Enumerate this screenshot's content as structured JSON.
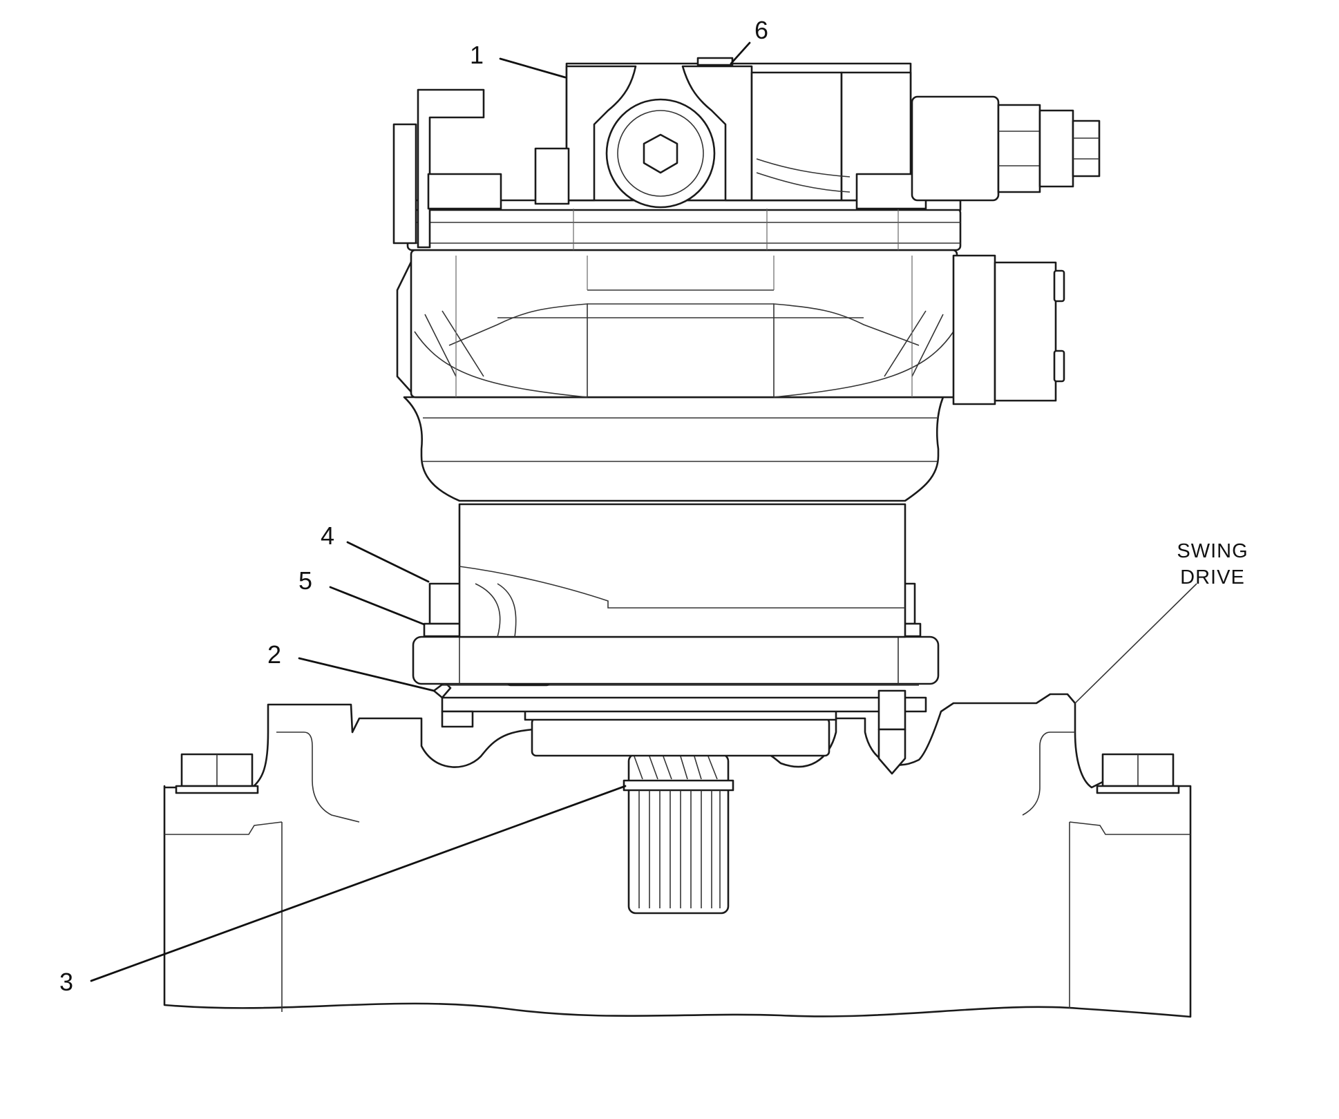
{
  "callouts": [
    {
      "id": "1",
      "text": "1"
    },
    {
      "id": "2",
      "text": "2"
    },
    {
      "id": "3",
      "text": "3"
    },
    {
      "id": "4",
      "text": "4"
    },
    {
      "id": "5",
      "text": "5"
    },
    {
      "id": "6",
      "text": "6"
    }
  ],
  "note": {
    "line1": "SWING",
    "line2": "DRIVE"
  },
  "colors": {
    "line": "#1a1a1a",
    "background": "#ffffff"
  }
}
